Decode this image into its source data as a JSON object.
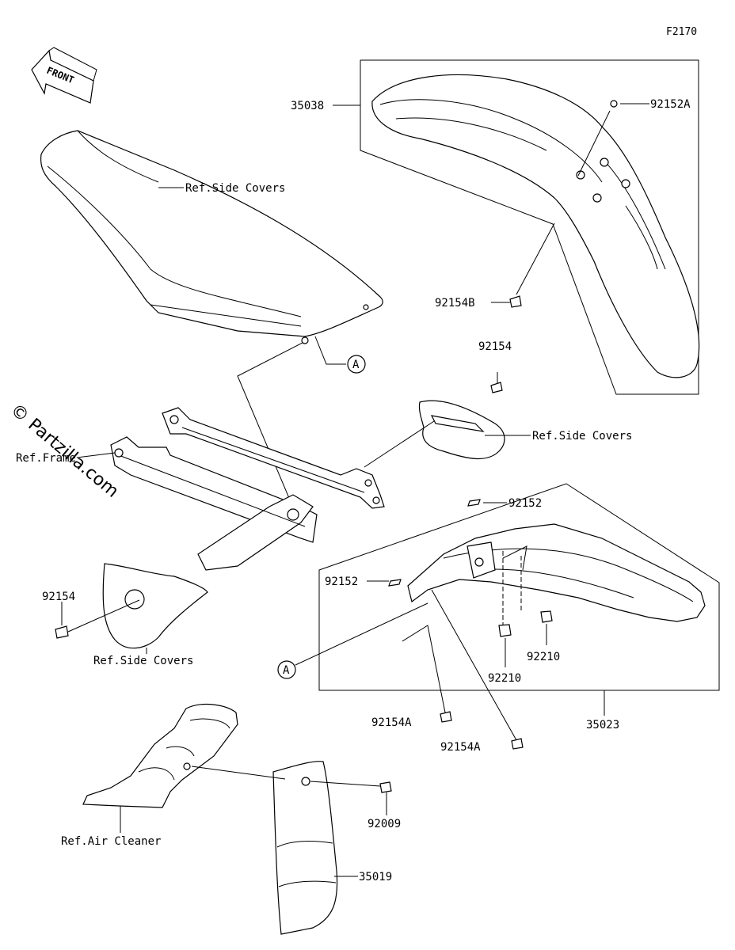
{
  "diagram": {
    "figure_code": "F2170",
    "front_arrow_text": "FRONT",
    "watermark": "© Partzilla.com",
    "callouts": {
      "front_fender": "35038",
      "fender_clip_top": "92152A",
      "fender_bolt": "92154B",
      "seat_ref": "Ref.Side Covers",
      "ref_a_seat": "A",
      "bolt_right": "92154",
      "side_cover_right_ref": "Ref.Side Covers",
      "frame_ref": "Ref.Frame",
      "clip_rear_top": "92152",
      "clip_rear_left": "92152",
      "bolt_left": "92154",
      "side_cover_left_ref": "Ref.Side Covers",
      "ref_a_fender": "A",
      "nut_right": "92210",
      "nut_left": "92210",
      "bolt_rear_a1": "92154A",
      "bolt_rear_a2": "92154A",
      "rear_fender": "35023",
      "air_cleaner_ref": "Ref.Air Cleaner",
      "screw": "92009",
      "mud_flap": "35019"
    }
  }
}
